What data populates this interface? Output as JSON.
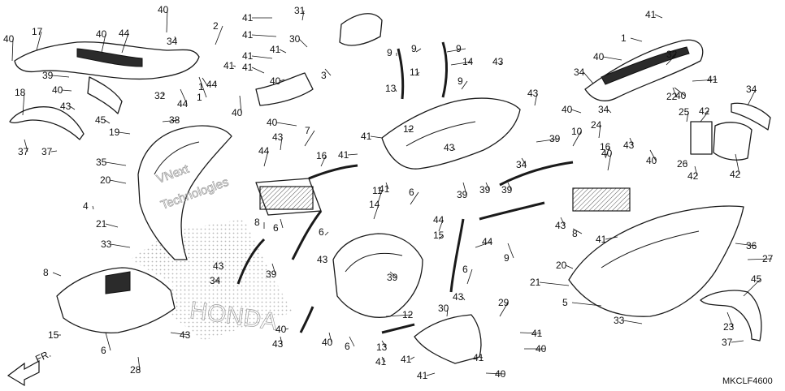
{
  "diagram_code": "MKCLF4600",
  "front_marker": "FR.",
  "watermark_lines": [
    "VNext",
    "Technologies"
  ],
  "brand_watermark": "HONDA",
  "callouts": [
    "40",
    "17",
    "40",
    "44",
    "40",
    "34",
    "2",
    "41",
    "31",
    "41",
    "30",
    "41",
    "41",
    "3",
    "41",
    "41",
    "40",
    "40",
    "1",
    "44",
    "39",
    "40",
    "32",
    "44",
    "43",
    "1",
    "18",
    "45",
    "38",
    "19",
    "37",
    "37",
    "35",
    "20",
    "4",
    "21",
    "33",
    "9",
    "13",
    "9",
    "9",
    "14",
    "11",
    "12",
    "43",
    "9",
    "43",
    "41",
    "39",
    "43",
    "34",
    "39",
    "39",
    "39",
    "40",
    "7",
    "16",
    "43",
    "41",
    "44",
    "8",
    "41",
    "41",
    "1",
    "40",
    "32",
    "34",
    "22",
    "40",
    "34",
    "41",
    "43",
    "40",
    "40",
    "34",
    "25",
    "42",
    "26",
    "42",
    "42",
    "24",
    "40",
    "10",
    "16",
    "43",
    "8",
    "9",
    "44",
    "44",
    "15",
    "6",
    "14",
    "6",
    "11",
    "43",
    "39",
    "43",
    "39",
    "34",
    "6",
    "8",
    "6",
    "15",
    "43",
    "28",
    "40",
    "43",
    "40",
    "6",
    "13",
    "41",
    "43",
    "6",
    "12",
    "30",
    "29",
    "41",
    "41",
    "41",
    "40",
    "41",
    "40",
    "41",
    "20",
    "21",
    "5",
    "33",
    "36",
    "27",
    "45",
    "23",
    "37",
    "37"
  ]
}
